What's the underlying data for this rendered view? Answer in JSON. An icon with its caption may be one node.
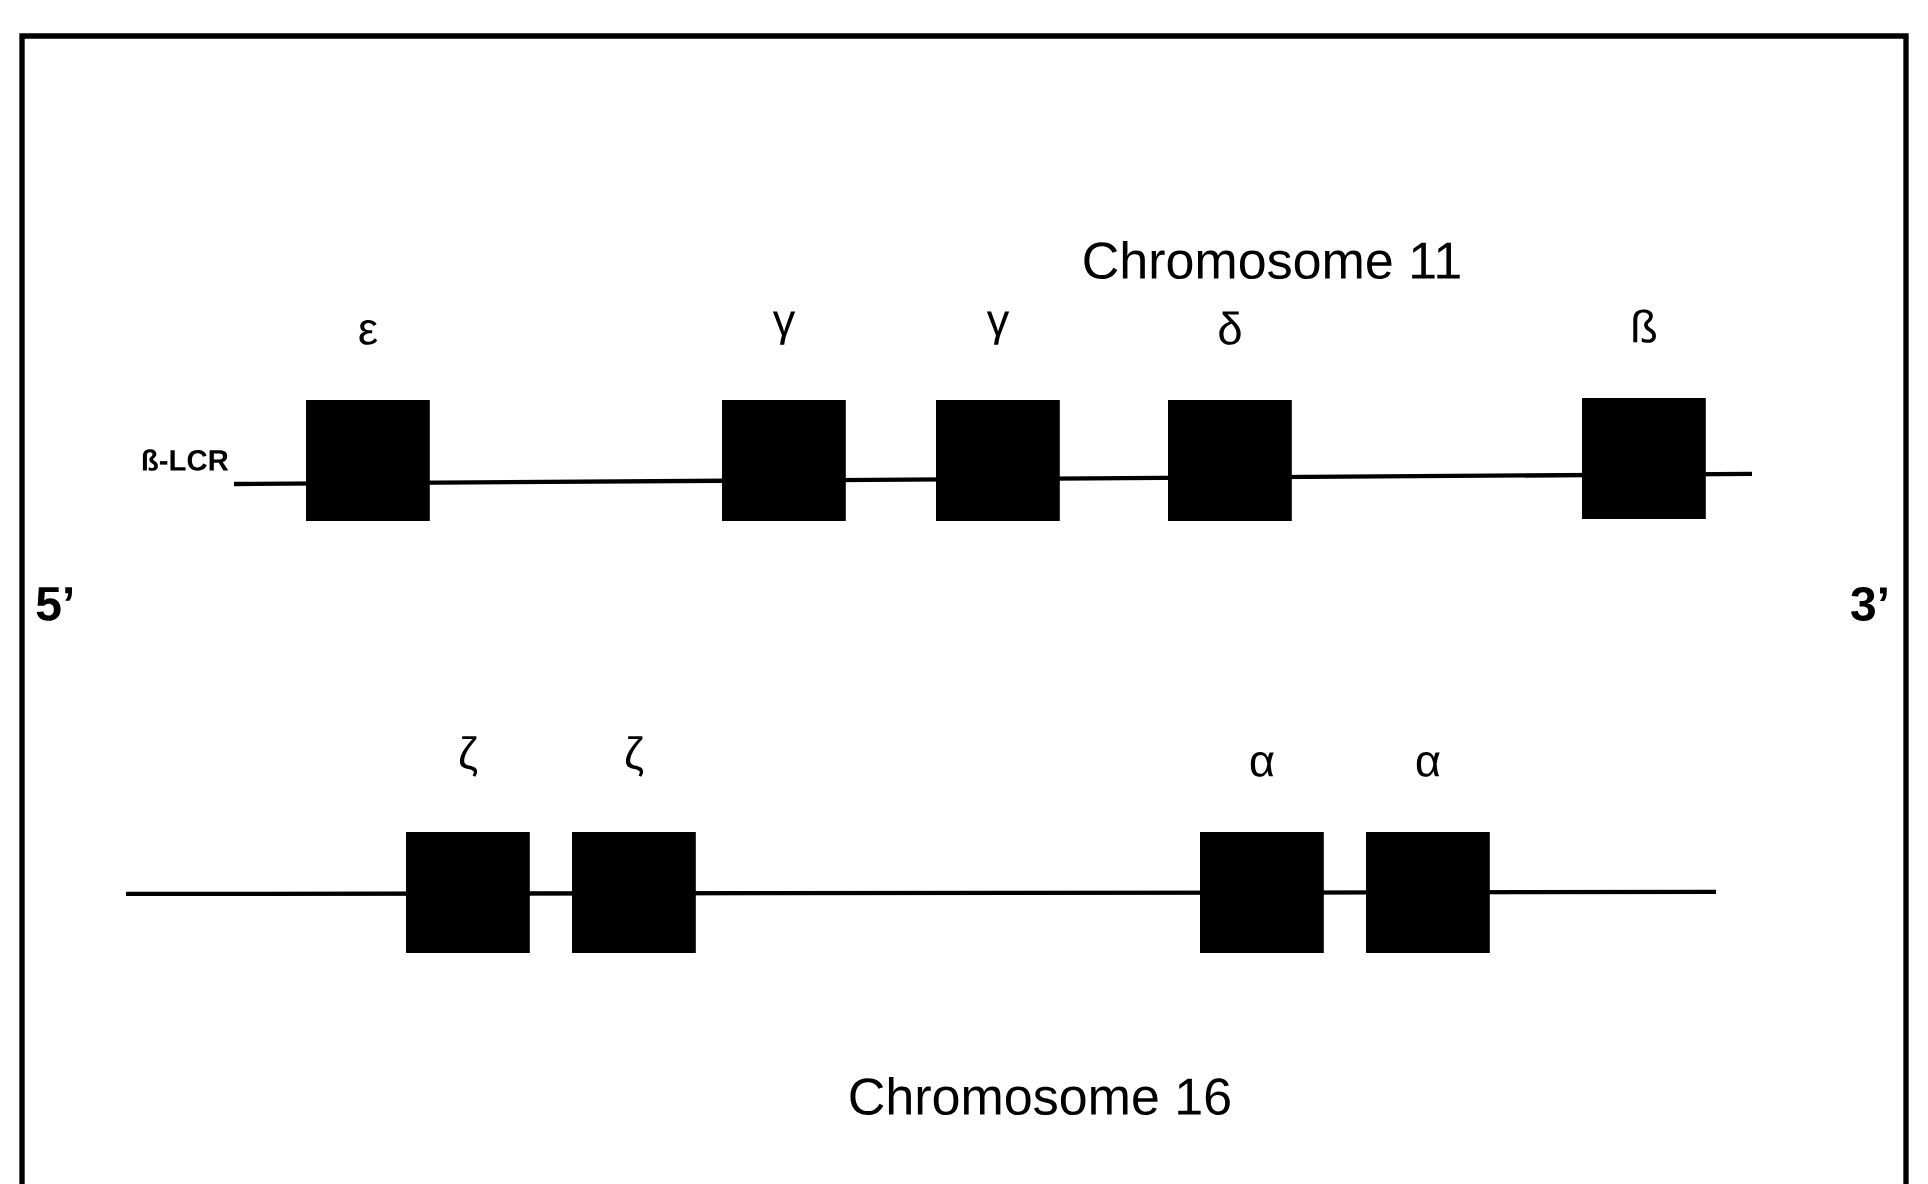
{
  "diagram": {
    "nodes": [
      {
        "text": [
          "ε"
        ]
      },
      {
        "text": [
          "γ"
        ]
      },
      {
        "text": [
          "γ"
        ]
      },
      {
        "text": [
          "δ"
        ]
      },
      {
        "text": [
          "ß"
        ]
      },
      {
        "text": [
          "ζ"
        ]
      },
      {
        "text": [
          "ζ"
        ]
      },
      {
        "text": [
          "α"
        ]
      },
      {
        "text": [
          "α"
        ]
      }
    ],
    "labels": [
      "Chromosome 11",
      "ß-LCR",
      "5’",
      "3’",
      "Chromosome 16"
    ]
  }
}
